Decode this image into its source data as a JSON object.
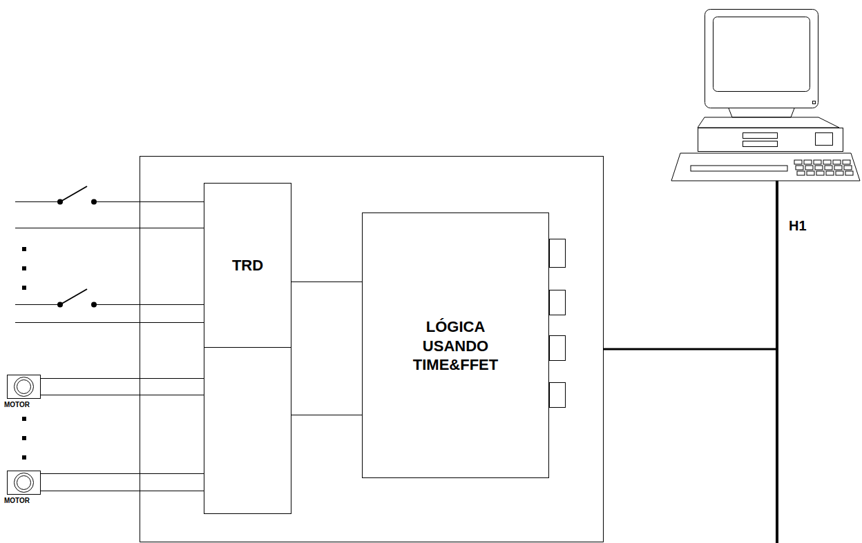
{
  "diagram": {
    "nodes": [
      {
        "text": [
          "TRD"
        ]
      },
      {
        "text": [
          "LÓGICA USANDO TIME&FFET"
        ]
      }
    ],
    "edges": [
      {
        "from": 0,
        "to": 1,
        "arrow": "none"
      },
      {
        "from": 0,
        "to": 1,
        "arrow": "none"
      }
    ],
    "labels": [
      "H1",
      "MOTOR",
      "MOTOR"
    ]
  }
}
